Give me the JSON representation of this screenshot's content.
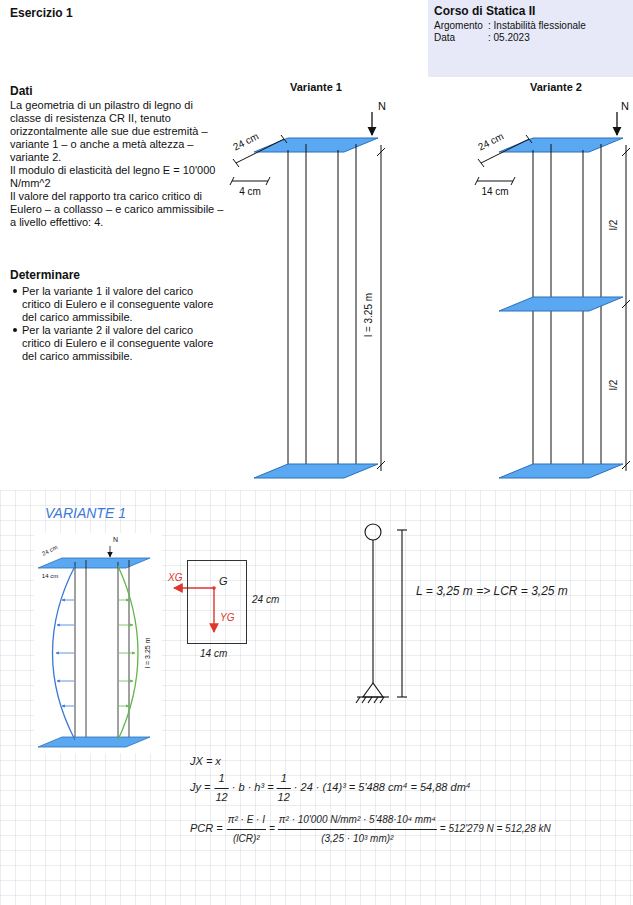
{
  "diagram": {
    "title": "Esercizio 1",
    "nodes": [
      {
        "text": [
          "Corso di Statica II",
          "Argomento",
          ": Instabilità flessionale",
          "Data",
          ": 05.2023"
        ]
      },
      {
        "text": [
          "G"
        ]
      }
    ],
    "labels": [
      "Dati",
      "La geometria di un pilastro di legno di classe di resistenza CR II, tenuto orizzontalmente alle sue due estremità – variante 1 – o anche a metà altezza – variante 2.",
      "Il modulo di elasticità del legno E = 10'000 N/mm^2",
      "Il valore del rapporto tra carico critico di Eulero – a collasso – e carico ammissibile – a livello effettivo: 4.",
      "Determinare",
      "Per la variante 1 il valore del carico critico di Eulero e il conseguente valore del carico ammissibile.",
      "Per la variante 2 il valore del carico critico di Eulero e il conseguente valore del carico ammissibile.",
      "Variante 1",
      "N",
      "24 cm",
      "4 cm",
      "l = 3.25 m",
      "Variante 2",
      "N",
      "24 cm",
      "14 cm",
      "l/2",
      "l/2",
      "VARIANTE 1",
      "N",
      "24 cm",
      "14 cm",
      "l = 3.25 m",
      "XG",
      "YG",
      "24 cm",
      "14 cm",
      "L = 3,25 m => LCR = 3,25 m",
      "JX = x",
      "Jy =",
      "1",
      "12",
      "· b · h³ =",
      "1",
      "12",
      "· 24 · (14)³ = 5'488 cm⁴ = 54,88 dm⁴",
      "PCR =",
      "π² · E · I",
      "(lCR)²",
      "=",
      "π² · 10'000 N/mm² · 5'488·10⁴ mm⁴",
      "(3,25 · 10³ mm)²",
      "= 512'279 N = 512,28 kN"
    ]
  }
}
